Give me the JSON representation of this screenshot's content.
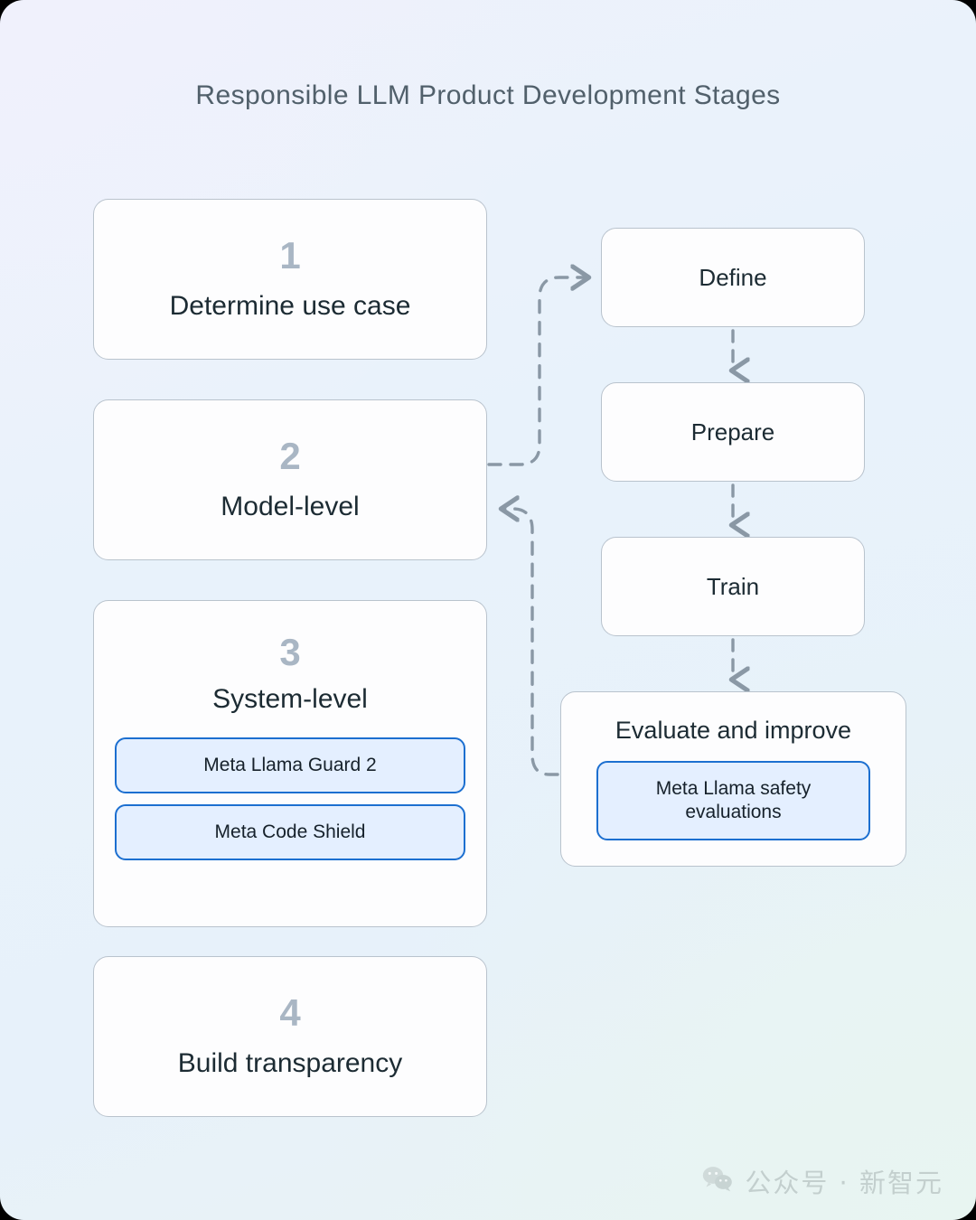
{
  "title": "Responsible LLM Product Development Stages",
  "stages": [
    {
      "number": "1",
      "label": "Determine use case",
      "badges": []
    },
    {
      "number": "2",
      "label": "Model-level",
      "badges": []
    },
    {
      "number": "3",
      "label": "System-level",
      "badges": [
        "Meta Llama Guard 2",
        "Meta Code Shield"
      ]
    },
    {
      "number": "4",
      "label": "Build transparency",
      "badges": []
    }
  ],
  "flow": {
    "steps": [
      {
        "label": "Define"
      },
      {
        "label": "Prepare"
      },
      {
        "label": "Train"
      }
    ],
    "evaluate": {
      "label": "Evaluate and improve",
      "badges": [
        "Meta Llama safety evaluations"
      ]
    }
  },
  "connectors": [
    {
      "name": "stage2-to-define",
      "style": "dashed",
      "direction": "right"
    },
    {
      "name": "evaluate-to-stage2",
      "style": "dashed",
      "direction": "left"
    },
    {
      "name": "define-to-prepare",
      "style": "dashed",
      "direction": "down"
    },
    {
      "name": "prepare-to-train",
      "style": "dashed",
      "direction": "down"
    },
    {
      "name": "train-to-evaluate",
      "style": "dashed",
      "direction": "down"
    }
  ],
  "watermark": {
    "icon": "wechat-icon",
    "text": "公众号 · 新智元"
  },
  "colors": {
    "background": "#e8f2fb",
    "card_border": "#b9c3cd",
    "card_fill": "#fdfdfe",
    "stage_number": "#a9b6c4",
    "text_primary": "#1c2b33",
    "title": "#51606b",
    "badge_border": "#1c6fd0",
    "badge_fill": "#e4efff",
    "connector": "#8a98a5"
  }
}
